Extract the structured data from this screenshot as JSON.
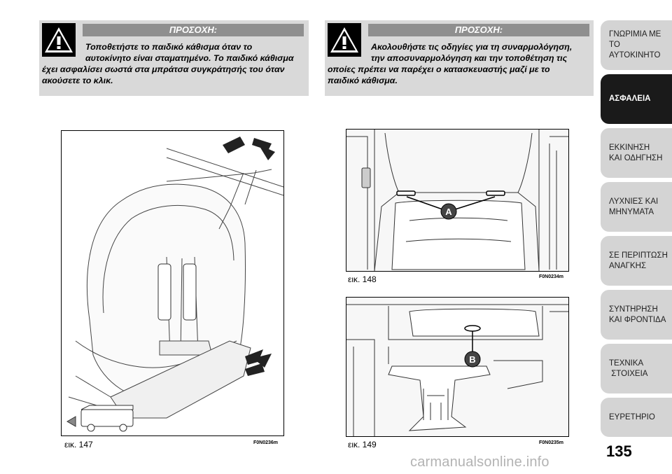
{
  "warnings": [
    {
      "title": "ΠΡΟΣΟΧΗ:",
      "line1": "Τοποθετήστε το παιδικό κάθισμα όταν το",
      "line2": "αυτοκίνητο είναι σταματημένο. Το παιδικό κάθισμα",
      "line3": "έχει ασφαλίσει σωστά στα μπράτσα συγκράτησής του όταν",
      "line4": "ακούσετε το κλικ."
    },
    {
      "title": "ΠΡΟΣΟΧΗ:",
      "line1": "Ακολουθήστε τις οδηγίες για τη συναρμολόγηση,",
      "line2": "την αποσυναρμολόγηση και την τοποθέτηση τις",
      "line3": "οποίες πρέπει να παρέχει ο κατασκευαστής μαζί με το",
      "line4": "παιδικό κάθισμα."
    }
  ],
  "figures": [
    {
      "caption": "εικ. 147",
      "code": "F0N0236m"
    },
    {
      "caption": "εικ. 148",
      "code": "F0N0234m",
      "label": "A"
    },
    {
      "caption": "εικ. 149",
      "code": "F0N0235m",
      "label": "B"
    }
  ],
  "sidebar": {
    "items": [
      {
        "line1": "ΓΝΩΡΙΜΙΑ ΜΕ",
        "line2": "ΤΟ ΑΥΤΟΚΙΝΗΤΟ",
        "active": false
      },
      {
        "line1": "ΑΣΦΑΛΕΙΑ",
        "line2": "",
        "active": true
      },
      {
        "line1": "ΕΚΚΙΝΗΣΗ",
        "line2": "ΚΑΙ ΟΔΗΓΗΣΗ",
        "active": false
      },
      {
        "line1": "ΛΥΧΝΙΕΣ ΚΑΙ",
        "line2": "ΜΗΝΥΜΑΤΑ",
        "active": false
      },
      {
        "line1": "ΣΕ ΠΕΡΙΠΤΩΣΗ",
        "line2": "ΑΝΑΓΚΗΣ",
        "active": false
      },
      {
        "line1": "ΣΥΝΤΗΡΗΣΗ",
        "line2": "ΚΑΙ ΦΡΟΝΤΙΔΑ",
        "active": false
      },
      {
        "line1": "ΤΕΧΝΙΚΑ",
        "line2": " ΣΤΟΙΧΕΙΑ",
        "active": false
      },
      {
        "line1": "ΕΥΡΕΤΗΡΙΟ",
        "line2": "",
        "active": false
      }
    ]
  },
  "page_number": "135",
  "watermark": "carmanualsonline.info",
  "colors": {
    "warning_bg": "#d9d9d9",
    "warning_head": "#8f8f8f",
    "tab_bg": "#d4d4d4",
    "tab_active": "#1a1a1a"
  }
}
